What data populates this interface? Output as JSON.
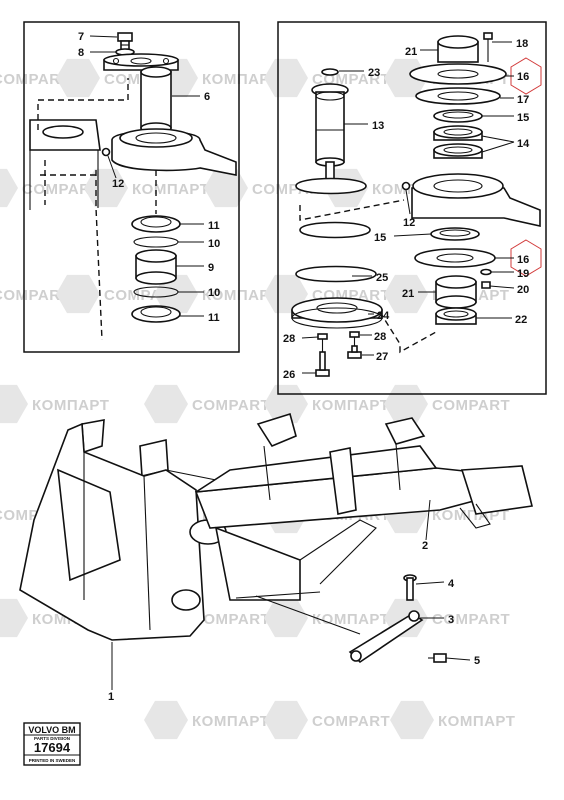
{
  "callouts": [
    {
      "id": "7",
      "label": "7"
    },
    {
      "id": "8",
      "label": "8"
    },
    {
      "id": "6",
      "label": "6"
    },
    {
      "id": "12a",
      "label": "12"
    },
    {
      "id": "11a",
      "label": "11"
    },
    {
      "id": "10a",
      "label": "10"
    },
    {
      "id": "9",
      "label": "9"
    },
    {
      "id": "10b",
      "label": "10"
    },
    {
      "id": "11b",
      "label": "11"
    },
    {
      "id": "23",
      "label": "23"
    },
    {
      "id": "13",
      "label": "13"
    },
    {
      "id": "21a",
      "label": "21"
    },
    {
      "id": "18",
      "label": "18"
    },
    {
      "id": "16a",
      "label": "16"
    },
    {
      "id": "17",
      "label": "17"
    },
    {
      "id": "15a",
      "label": "15"
    },
    {
      "id": "14",
      "label": "14"
    },
    {
      "id": "12b",
      "label": "12"
    },
    {
      "id": "15b",
      "label": "15"
    },
    {
      "id": "16b",
      "label": "16"
    },
    {
      "id": "19",
      "label": "19"
    },
    {
      "id": "20",
      "label": "20"
    },
    {
      "id": "21b",
      "label": "21"
    },
    {
      "id": "22",
      "label": "22"
    },
    {
      "id": "25",
      "label": "25"
    },
    {
      "id": "24",
      "label": "24"
    },
    {
      "id": "28a",
      "label": "28"
    },
    {
      "id": "28b",
      "label": "28"
    },
    {
      "id": "26",
      "label": "26"
    },
    {
      "id": "27",
      "label": "27"
    },
    {
      "id": "2",
      "label": "2"
    },
    {
      "id": "4",
      "label": "4"
    },
    {
      "id": "3",
      "label": "3"
    },
    {
      "id": "5",
      "label": "5"
    },
    {
      "id": "1",
      "label": "1"
    }
  ],
  "watermark": {
    "text_latin": "COMPART",
    "text_cyrillic": "КОМПАРТ",
    "color": "#cfcfcf"
  },
  "stamp": {
    "brand": "VOLVO BM",
    "division": "PARTS DIVISION",
    "number": "17694",
    "printed": "PRINTED IN SWEDEN"
  },
  "colors": {
    "line": "#111111",
    "highlight": "#d23a3a"
  }
}
